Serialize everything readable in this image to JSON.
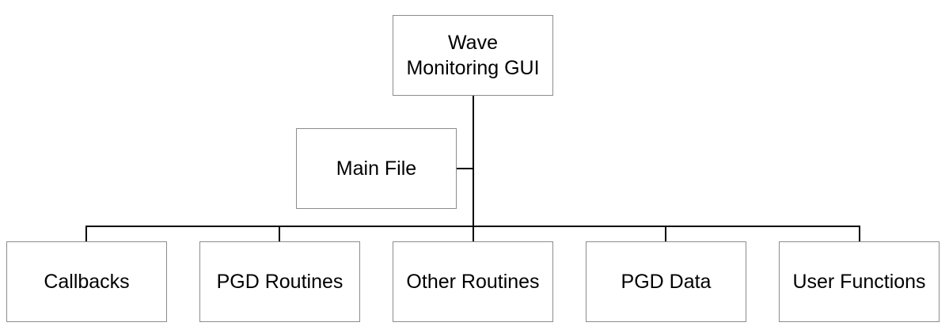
{
  "diagram": {
    "root": {
      "label_line1": "Wave",
      "label_line2": "Monitoring GUI"
    },
    "assistant": {
      "label": "Main File"
    },
    "children": [
      {
        "label": "Callbacks"
      },
      {
        "label": "PGD Routines"
      },
      {
        "label": "Other Routines"
      },
      {
        "label": "PGD Data"
      },
      {
        "label": "User Functions"
      }
    ]
  },
  "colors": {
    "box_border": "#8c8c8c",
    "connector": "#000000",
    "text": "#000000",
    "background": "#ffffff"
  }
}
